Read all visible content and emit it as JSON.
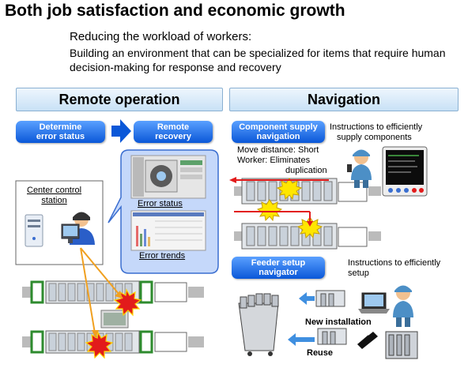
{
  "title": "Both job satisfaction and economic growth",
  "subtitle": "Reducing the workload of workers:",
  "description": "Building an environment that can be specialized for items that require human decision-making for response and recovery",
  "remote": {
    "header": "Remote operation",
    "step1": [
      "Determine",
      "error status"
    ],
    "step2": [
      "Remote",
      "recovery"
    ],
    "center_station": [
      "Center control",
      "station"
    ],
    "error_status": "Error status",
    "error_trends": "Error trends"
  },
  "navigation": {
    "header": "Navigation",
    "component_nav": [
      "Component supply",
      "navigation"
    ],
    "component_desc": [
      "Instructions to efficiently",
      "supply components"
    ],
    "move_distance": "Move distance: Short",
    "worker_line1": "Worker: Eliminates",
    "worker_line2": "duplication",
    "feeder_nav": [
      "Feeder setup",
      "navigator"
    ],
    "feeder_desc": [
      "Instructions to efficiently",
      "setup"
    ],
    "new_installation": "New installation",
    "reuse": "Reuse"
  },
  "colors": {
    "accent_blue": "#0a57d8",
    "header_bg": "#c8e1f6",
    "alert_red": "#e21b1b",
    "arrow_orange": "#f0a020"
  }
}
